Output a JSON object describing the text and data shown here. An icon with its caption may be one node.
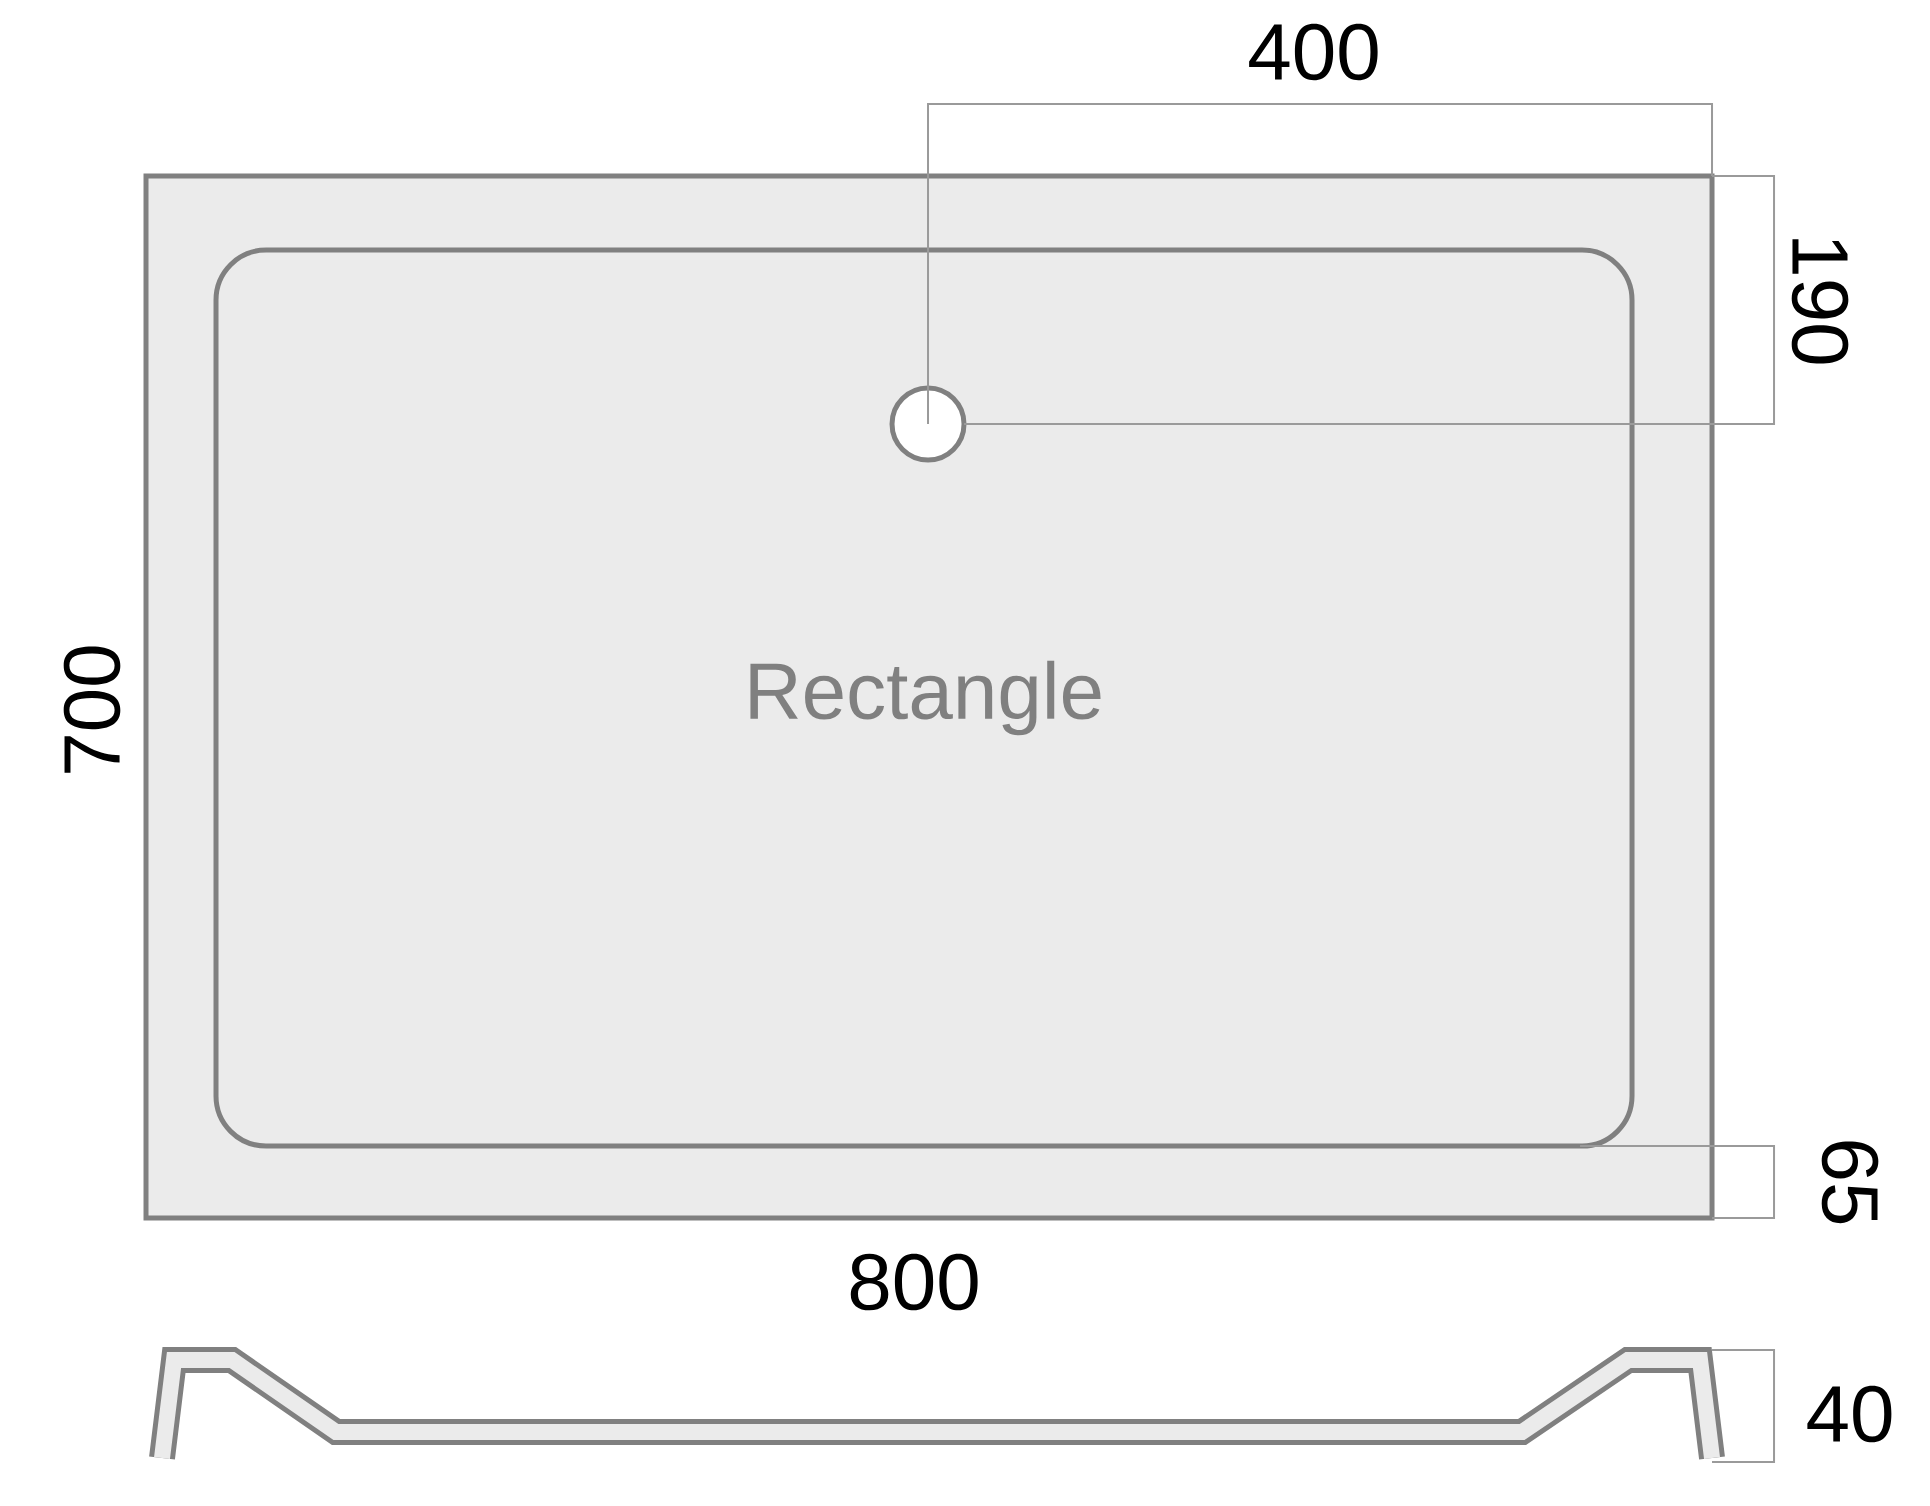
{
  "diagram": {
    "nodes": [
      {
        "text": [],
        "shape": "box"
      },
      {
        "text": [
          "Rectangle"
        ],
        "in": 0
      },
      {
        "text": [],
        "shape": "circle",
        "in": 1
      }
    ],
    "labels": [
      "400",
      "190",
      "700",
      "800",
      "65",
      "40"
    ]
  }
}
